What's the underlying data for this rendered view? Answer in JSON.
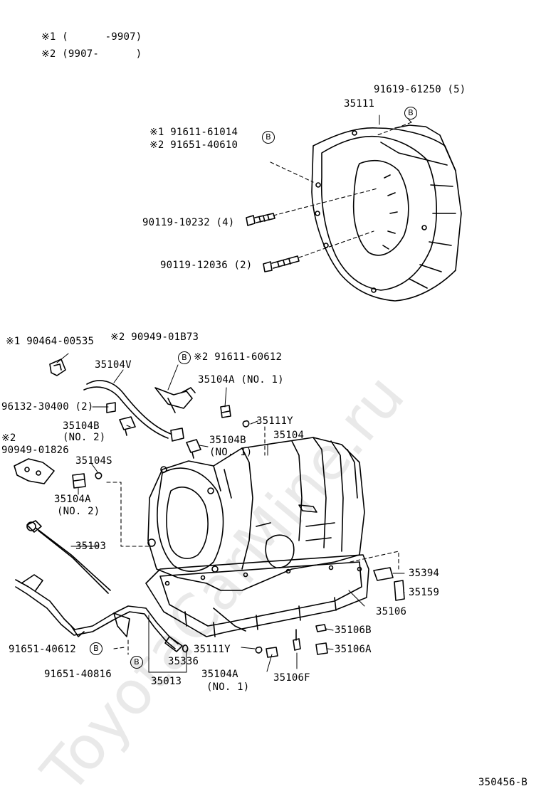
{
  "legend": [
    {
      "mark": "※1",
      "range": "(      -9907)"
    },
    {
      "mark": "※2",
      "range": "(9907-      )"
    }
  ],
  "callouts": {
    "c1": "91619-61250 (5)",
    "c2": "35111",
    "c3a": "※1 91611-61014",
    "c3b": "※2 91651-40610",
    "c4": "90119-10232 (4)",
    "c5": "90119-12036 (2)",
    "c6": "※1 90464-00535",
    "c7": "※2 90949-01B73",
    "c8": "※2 91611-60612",
    "c9": "35104V",
    "c10": "35104A (NO. 1)",
    "c11": "96132-30400 (2)",
    "c12": "35111Y",
    "c13a": "35104B",
    "c13b": "(NO. 2)",
    "c14": "35104",
    "c15a": "35104B",
    "c15b": "(NO. 1)",
    "c16a": "※2",
    "c16b": "90949-01826",
    "c17": "35104S",
    "c18a": "35104A",
    "c18b": "(NO. 2)",
    "c19": "35103",
    "c20": "35394",
    "c21": "35159",
    "c22": "35106",
    "c23": "35106B",
    "c24": "91651-40612",
    "c25": "35111Y",
    "c26": "35106A",
    "c27": "35336",
    "c28": "91651-40816",
    "c29a": "35104A",
    "c29b": "(NO. 1)",
    "c30": "35013",
    "c31": "35106F"
  },
  "ref_marker": "B",
  "figure_code": "350456-B",
  "watermark": "ToyotaCarMine.ru"
}
